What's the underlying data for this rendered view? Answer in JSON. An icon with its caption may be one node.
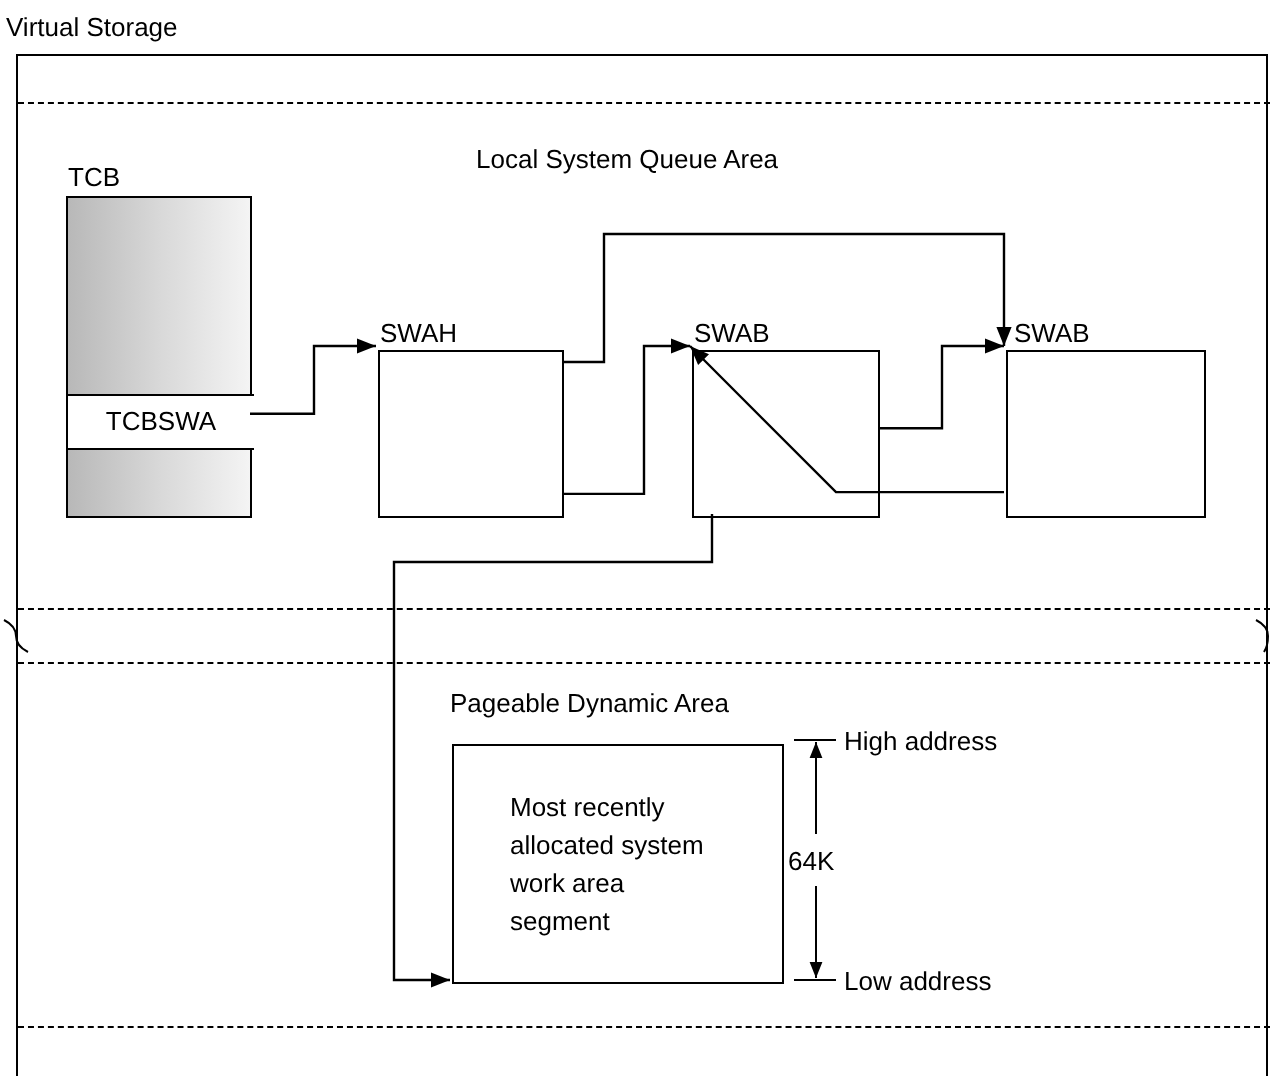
{
  "diagram": {
    "nodes": [
      {
        "text": [
          "Virtual Storage"
        ]
      },
      {
        "text": [
          "Local System Queue Area"
        ],
        "in": 0
      },
      {
        "text": [
          "TCB"
        ],
        "in": 1
      },
      {
        "text": [
          "TCBSWA"
        ],
        "in": 2
      },
      {
        "text": [
          "SWAH"
        ],
        "in": 1
      },
      {
        "text": [
          "SWAB"
        ],
        "in": 1
      },
      {
        "text": [
          "SWAB"
        ],
        "in": 1
      },
      {
        "text": [
          "Pageable Dynamic Area"
        ],
        "in": 0
      },
      {
        "text": [
          "Most recently allocated system work area segment"
        ],
        "in": 7
      }
    ],
    "edges": [
      {
        "from": 3,
        "to": 4,
        "arrow": "to"
      },
      {
        "from": 4,
        "to": 5,
        "arrow": "to"
      },
      {
        "from": 4,
        "to": 6,
        "arrow": "to"
      },
      {
        "from": 5,
        "to": 6,
        "arrow": "to"
      },
      {
        "from": 6,
        "to": 5,
        "arrow": "to"
      },
      {
        "from": 5,
        "to": 8,
        "arrow": "to"
      }
    ],
    "labels": [
      "High address",
      "64K",
      "Low address"
    ]
  }
}
